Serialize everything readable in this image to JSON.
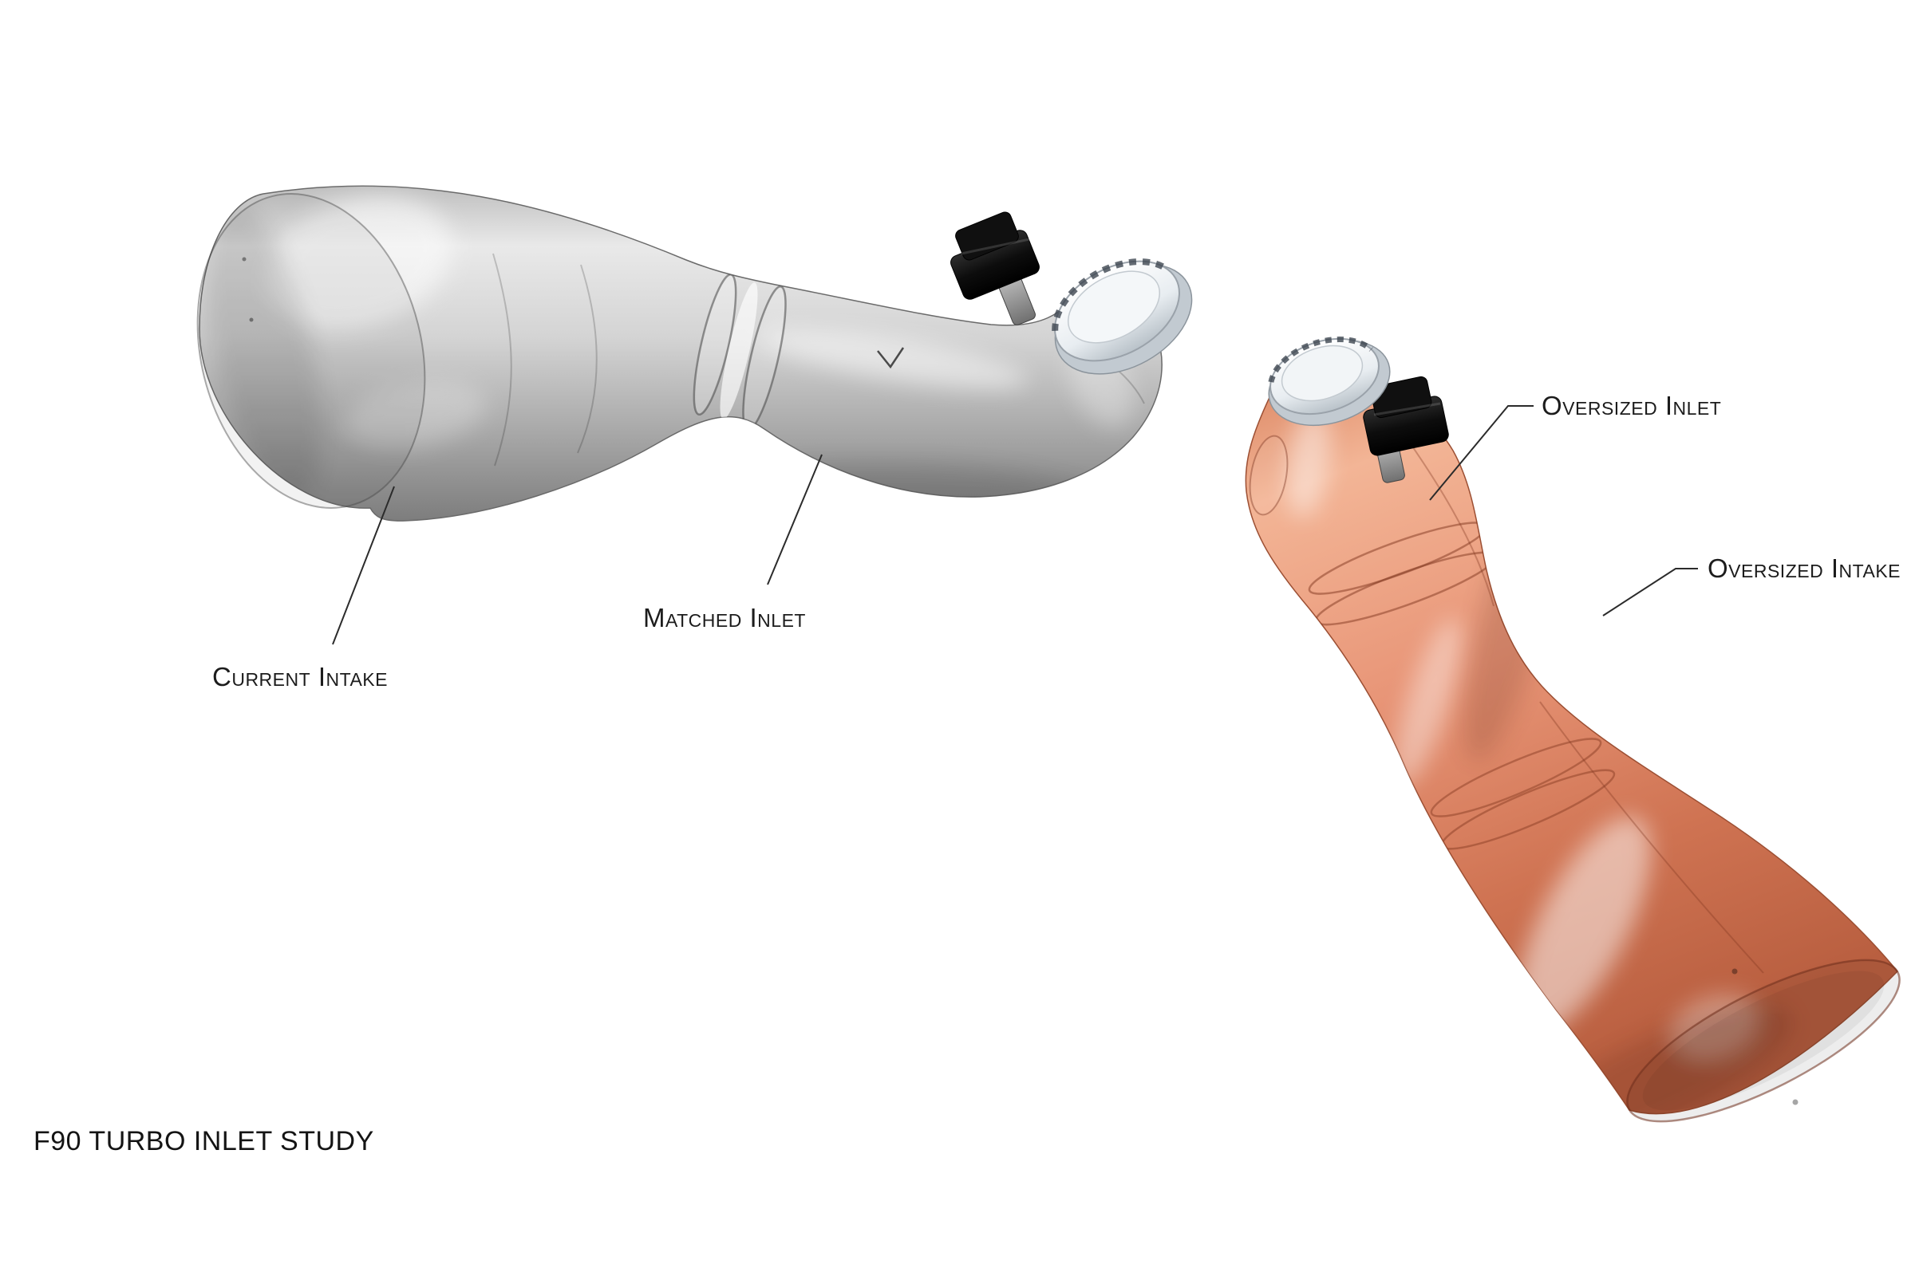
{
  "figure": {
    "caption": "F90 TURBO INLET STUDY",
    "callouts": {
      "current_intake": {
        "label": "Current Intake"
      },
      "matched_inlet": {
        "label": "Matched Inlet"
      },
      "oversized_inlet": {
        "label": "Oversized Inlet"
      },
      "oversized_intake": {
        "label": "Oversized Intake"
      }
    },
    "colors": {
      "current_intake_body": "#b9b9b9",
      "oversized_intake_body": "#e08a67",
      "inlet_cap": "#eef2f5",
      "sensor_fitting": "#121212",
      "background": "#ffffff",
      "callout_text": "#1c1c1c",
      "leader_line": "#2b2b2b"
    }
  }
}
